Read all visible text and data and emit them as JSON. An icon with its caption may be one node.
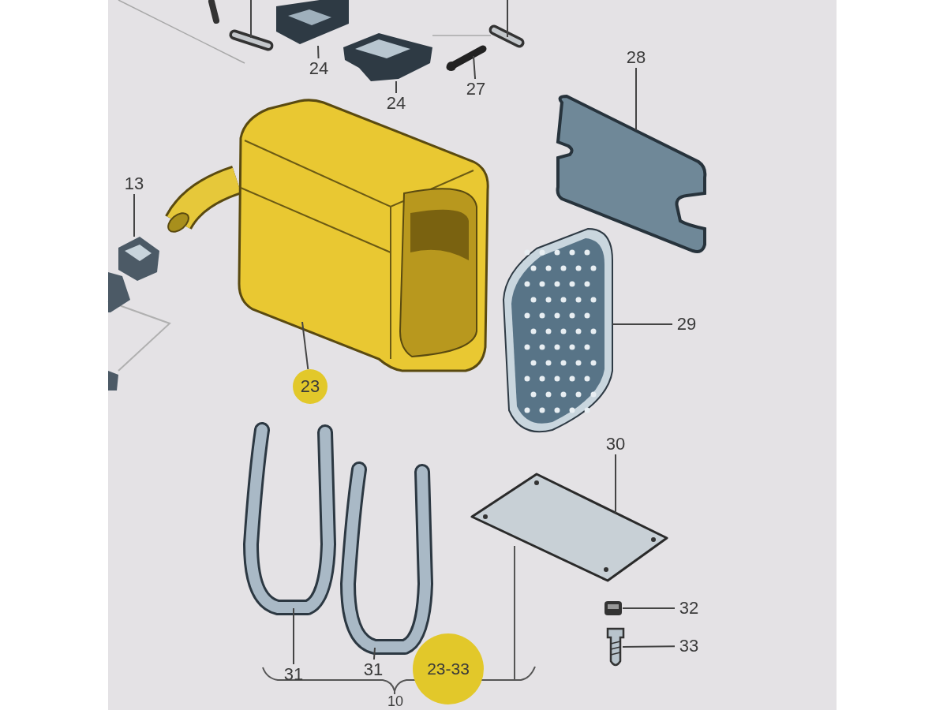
{
  "diagram": {
    "nodes": [
      {
        "text": [
          "24"
        ]
      },
      {
        "text": [],
        "shape": "picture"
      },
      {
        "text": [
          "24"
        ]
      },
      {
        "text": [],
        "shape": "picture"
      },
      {
        "text": [
          "27"
        ]
      },
      {
        "text": [],
        "shape": "picture"
      },
      {
        "text": [
          "28"
        ]
      },
      {
        "text": [],
        "shape": "picture"
      },
      {
        "text": [
          "13"
        ]
      },
      {
        "text": [],
        "shape": "picture"
      },
      {
        "text": [],
        "shape": "picture"
      },
      {
        "text": [
          "23"
        ]
      },
      {
        "text": [],
        "shape": "picture"
      },
      {
        "text": [
          "29"
        ]
      },
      {
        "text": [
          "30"
        ]
      },
      {
        "text": [],
        "shape": "picture"
      },
      {
        "text": [],
        "shape": "picture"
      },
      {
        "text": [
          "31"
        ]
      },
      {
        "text": [],
        "shape": "picture"
      },
      {
        "text": [
          "31"
        ]
      },
      {
        "text": [
          "32"
        ]
      },
      {
        "text": [],
        "shape": "picture"
      },
      {
        "text": [
          "33"
        ]
      },
      {
        "text": [],
        "shape": "picture"
      },
      {
        "text": [],
        "shape": "picture"
      },
      {
        "text": [],
        "shape": "picture"
      }
    ],
    "edges": [
      {
        "from": 0,
        "to": 1,
        "arrow": "none"
      },
      {
        "from": 2,
        "to": 3,
        "arrow": "none"
      },
      {
        "from": 4,
        "to": 5,
        "arrow": "none"
      },
      {
        "from": 6,
        "to": 7,
        "arrow": "none"
      },
      {
        "from": 8,
        "to": 9,
        "arrow": "none"
      },
      {
        "from": 11,
        "to": 10,
        "arrow": "none"
      },
      {
        "from": 13,
        "to": 12,
        "arrow": "none"
      },
      {
        "from": 14,
        "to": 15,
        "arrow": "none"
      },
      {
        "from": 17,
        "to": 16,
        "arrow": "none"
      },
      {
        "from": 19,
        "to": 18,
        "arrow": "none"
      },
      {
        "from": 20,
        "to": 21,
        "arrow": "none"
      },
      {
        "from": 22,
        "to": 23,
        "arrow": "none"
      },
      {
        "from": null,
        "to": 24,
        "arrow": "none"
      },
      {
        "from": null,
        "to": 25,
        "arrow": "none"
      }
    ],
    "labels": [
      "23-33",
      "10"
    ]
  }
}
